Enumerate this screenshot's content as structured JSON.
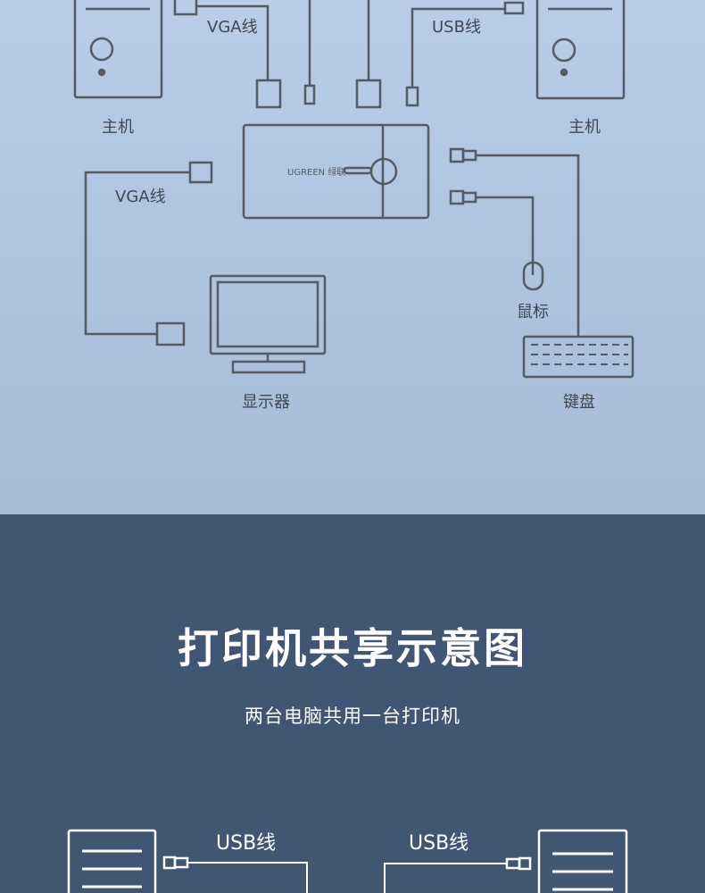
{
  "diagram_top": {
    "label_vga_top": "VGA线",
    "label_usb_top": "USB线",
    "label_host_left": "主机",
    "label_host_right": "主机",
    "label_vga_left": "VGA线",
    "label_mouse": "鼠标",
    "label_monitor": "显示器",
    "label_keyboard": "键盘",
    "switch_brand": "UGREEN 绿联"
  },
  "printer_section": {
    "title": "打印机共享示意图",
    "subtitle": "两台电脑共用一台打印机",
    "label_usb_left": "USB线",
    "label_usb_right": "USB线"
  },
  "colors": {
    "top_background": "#b1c6e0",
    "bottom_background": "#415672",
    "line_color": "#555b63"
  }
}
